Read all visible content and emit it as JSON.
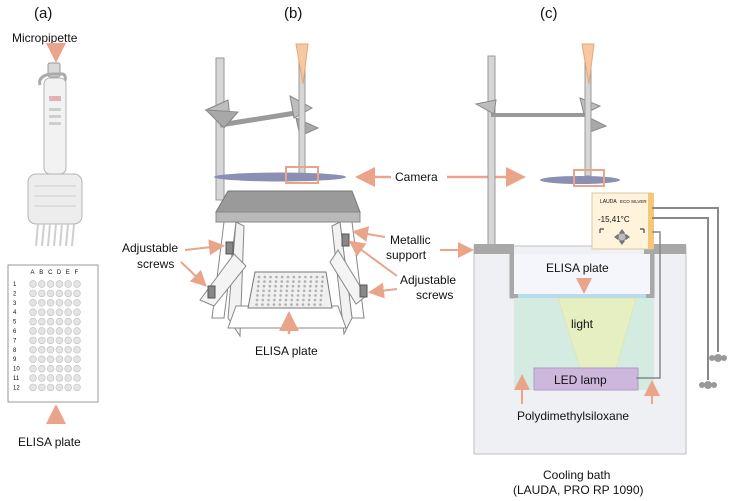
{
  "panels": {
    "a": "(a)",
    "b": "(b)",
    "c": "(c)"
  },
  "labels": {
    "micropipette": "Micropipette",
    "elisa_plate_a": "ELISA plate",
    "adjustable_screws_left_1": "Adjustable",
    "adjustable_screws_left_2": "screws",
    "adjustable_screws_right_1": "Adjustable",
    "adjustable_screws_right_2": "screws",
    "metallic_support_1": "Metallic",
    "metallic_support_2": "support",
    "camera": "Camera",
    "elisa_plate_b": "ELISA plate",
    "elisa_plate_c": "ELISA plate",
    "light": "light",
    "led_lamp": "LED lamp",
    "pdms": "Polydimethylsiloxane",
    "cooling_bath_1": "Cooling bath",
    "cooling_bath_2": "(LAUDA, PRO RP 1090)"
  },
  "plate": {
    "columns": [
      "A",
      "B",
      "C",
      "D",
      "E",
      "F"
    ],
    "rows": [
      "1",
      "2",
      "3",
      "4",
      "5",
      "6",
      "7",
      "8",
      "9",
      "10",
      "11",
      "12"
    ]
  },
  "bath_display": {
    "brand": "LAUDA",
    "model": "ECO SILVER",
    "temperature": "-15,41°C"
  },
  "colors": {
    "arrow": "#e9a48a",
    "gray_dark": "#8a8a8a",
    "gray_light": "#c8c8c8",
    "bath_fill": "#eef0f4",
    "pdms_fill": "#d3ebe0",
    "light_fill": "#e6efc2",
    "led_fill": "#cdb7dd",
    "camera_body": "#8b8fb3"
  }
}
